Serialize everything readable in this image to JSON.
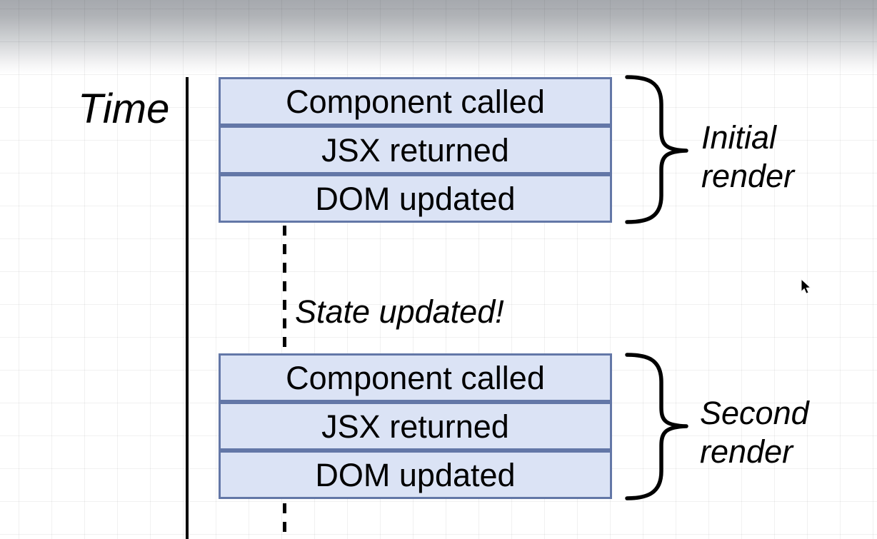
{
  "diagram": {
    "time_axis_label": "Time",
    "state_update_label": "State updated!",
    "render_groups": [
      {
        "name": "initial-render",
        "steps": [
          "Component called",
          "JSX returned",
          "DOM updated"
        ],
        "brace_label": "Initial\nrender"
      },
      {
        "name": "second-render",
        "steps": [
          "Component called",
          "JSX returned",
          "DOM updated"
        ],
        "brace_label": "Second\nrender"
      }
    ],
    "icons": {
      "cursor": "arrow-pointer-icon"
    },
    "colors": {
      "box_fill": "#dbe3f5",
      "box_border": "#6377a7",
      "line_color": "#000000",
      "grid_line": "#ededed",
      "top_gradient_start": "#a6a9ae"
    }
  }
}
